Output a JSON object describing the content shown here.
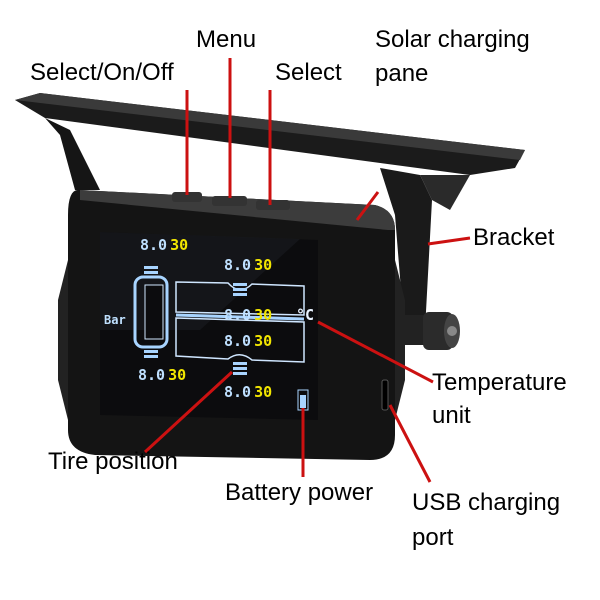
{
  "labels": {
    "menu": "Menu",
    "select_on_off": "Select/On/Off",
    "select": "Select",
    "solar_line1": "Solar charging",
    "solar_line2": "pane",
    "bracket": "Bracket",
    "temperature_line1": "Temperature",
    "temperature_line2": "unit",
    "usb_line1": "USB charging",
    "usb_line2": "port",
    "tire_position": "Tire position",
    "battery_power": "Battery power"
  },
  "display": {
    "unit_pressure": "Bar",
    "unit_temperature": "°C",
    "readings": [
      {
        "position": "front-left",
        "pressure": "8.0",
        "temp": "30"
      },
      {
        "position": "front-right",
        "pressure": "8.0",
        "temp": "30"
      },
      {
        "position": "rear-left",
        "pressure": "8.0",
        "temp": "30"
      },
      {
        "position": "middle-right-1",
        "pressure": "8.0",
        "temp": "30"
      },
      {
        "position": "middle-right-2",
        "pressure": "8.0",
        "temp": "30"
      },
      {
        "position": "rear-right",
        "pressure": "8.0",
        "temp": "30"
      }
    ]
  },
  "colors": {
    "callout_line": "#cc1111",
    "lcd_pressure": "#bfe0ff",
    "lcd_temp": "#f2e600",
    "lcd_outline": "#a8d4ff"
  }
}
